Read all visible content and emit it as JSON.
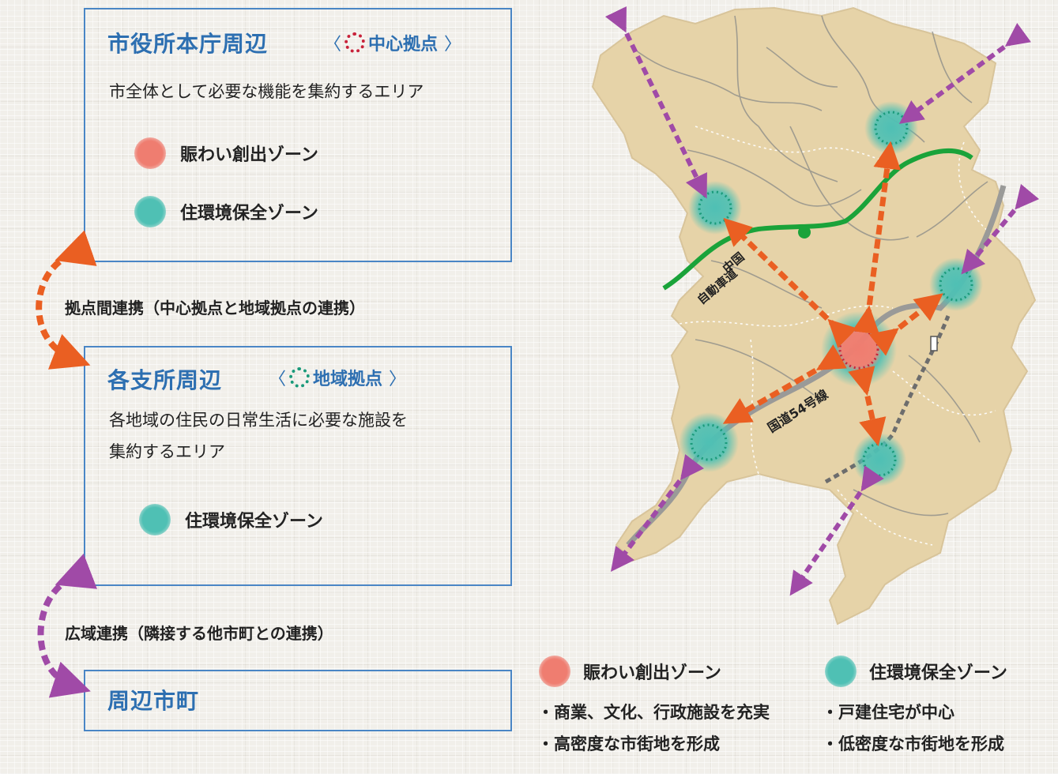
{
  "panels": {
    "central": {
      "title": "市役所本庁周辺",
      "bracket_open": "〈",
      "bracket_label": "中心拠点",
      "bracket_close": "〉",
      "desc": "市全体として必要な機能を集約するエリア",
      "zones": [
        "賑わい創出ゾーン",
        "住環境保全ゾーン"
      ]
    },
    "regional": {
      "title": "各支所周辺",
      "bracket_open": "〈",
      "bracket_label": "地域拠点",
      "bracket_close": "〉",
      "desc_line1": "各地域の住民の日常生活に必要な施設を",
      "desc_line2": "集約するエリア",
      "zones": [
        "住環境保全ゾーン"
      ]
    },
    "neighbor": {
      "title": "周辺市町"
    }
  },
  "links": {
    "inter_hub": "拠点間連携（中心拠点と地域拠点の連携）",
    "wide_area": "広域連携（隣接する他市町との連携）"
  },
  "map": {
    "expressway_label_line1": "中国",
    "expressway_label_line2": "自動車道",
    "route_label": "国道54号線"
  },
  "legend": {
    "zone_red": "賑わい創出ゾーン",
    "zone_red_items": [
      "・商業、文化、行政施設を充実",
      "・高密度な市街地を形成"
    ],
    "zone_teal": "住環境保全ゾーン",
    "zone_teal_items": [
      "・戸建住宅が中心",
      "・低密度な市街地を形成"
    ]
  },
  "colors": {
    "box_border": "#4a86c5",
    "title_blue": "#2d6fb1",
    "map_fill": "#e6d3a8",
    "expressway": "#1aa33a",
    "hub_link_arrow": "#ea5f22",
    "wide_link_arrow": "#a04aa7",
    "zone_red": "#ef7d70",
    "zone_teal": "#4fc0b4",
    "center_ring": "#c8223a",
    "regional_ring": "#1a9a7a"
  }
}
